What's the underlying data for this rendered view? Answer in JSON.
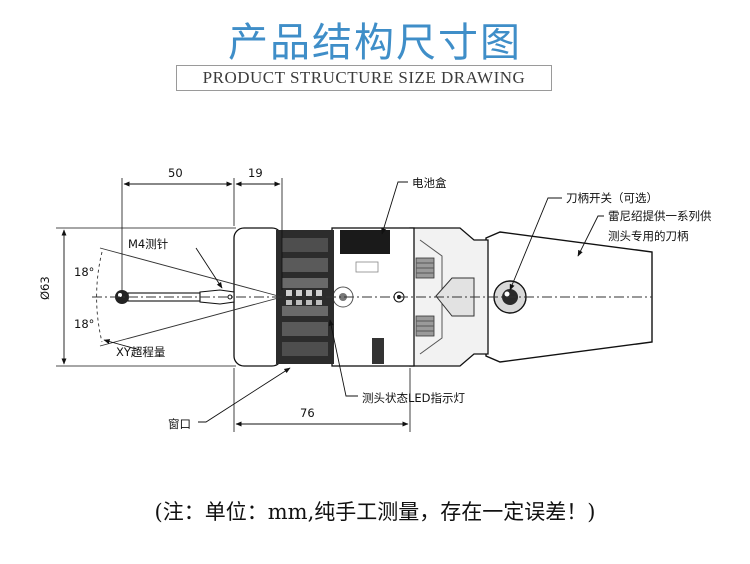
{
  "header": {
    "title_cn": "产品结构尺寸图",
    "title_en": "PRODUCT STRUCTURE SIZE DRAWING"
  },
  "dimensions": {
    "d50": "50",
    "d19": "19",
    "d76": "76",
    "d63": "Ø63",
    "angle_top": "18°",
    "angle_bottom": "18°"
  },
  "labels": {
    "stylus": "M4测针",
    "xy_overtravel": "XY超程量",
    "battery": "电池盒",
    "shank_switch": "刀柄开关（可选）",
    "renishaw_line1": "雷尼绍提供一系列供",
    "renishaw_line2": "测头专用的刀柄",
    "led": "测头状态LED指示灯",
    "window": "窗口"
  },
  "footer": {
    "note": "(注：单位：mm,纯手工测量，存在一定误差！)"
  },
  "colors": {
    "title": "#3f8ec8",
    "line": "#111111"
  }
}
